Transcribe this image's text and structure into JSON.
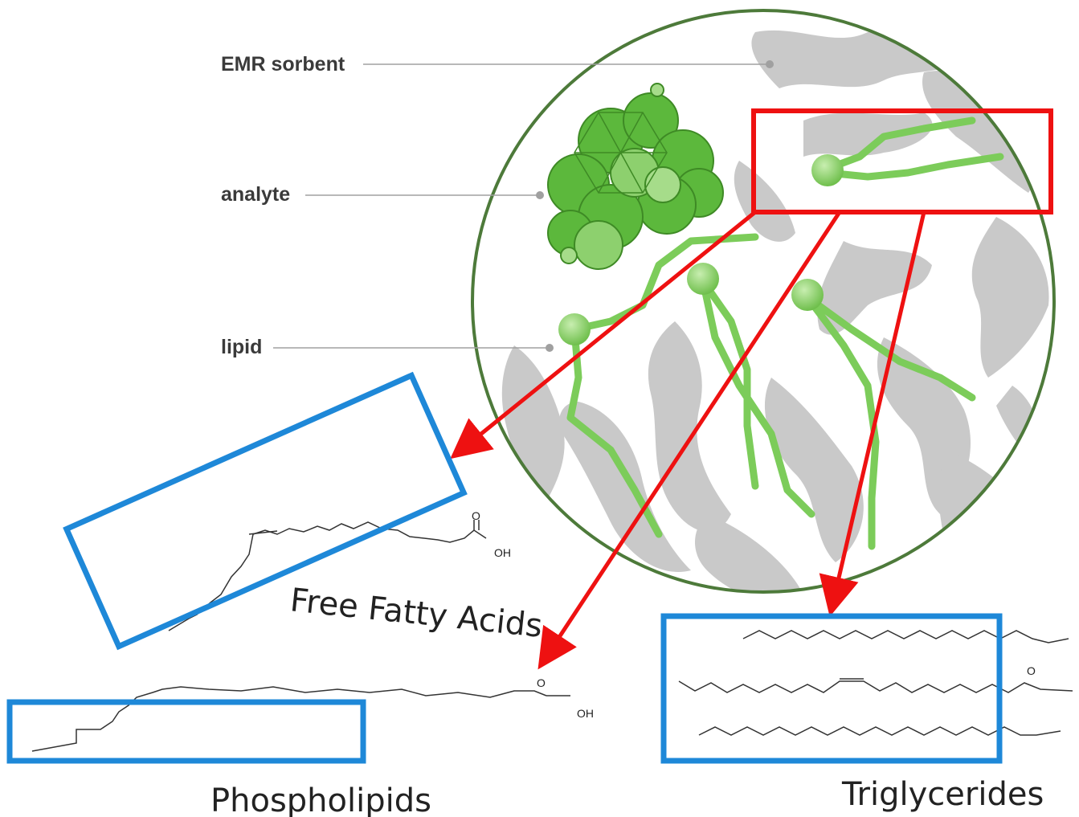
{
  "callouts": {
    "sorbent": "EMR sorbent",
    "analyte": "analyte",
    "lipid": "lipid"
  },
  "captions": {
    "free_fatty_acids": "Free Fatty Acids",
    "phospholipids": "Phospholipids",
    "triglycerides": "Triglycerides"
  },
  "chem_labels": {
    "oxygen": "O",
    "hydroxyl": "OH"
  },
  "colors": {
    "circle_outline": "#4d7a3a",
    "sorbent_gray": "#c9c9c9",
    "lipid_green": "#7ccc5a",
    "analyte_green": "#5cb83c",
    "highlight_red": "#ee1111",
    "group_blue": "#1e88d8",
    "leader_gray": "#a0a0a0"
  }
}
